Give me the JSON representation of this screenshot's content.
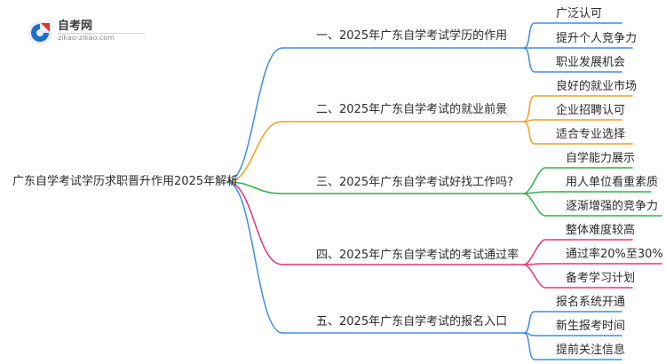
{
  "logo": {
    "name": "自考网",
    "site": "zikao-zikao.com"
  },
  "root": "广东自学考试学历求职晋升作用2025年解析",
  "colors": {
    "blue": "#3b8ee6",
    "orange": "#f0a21b",
    "green": "#2db34a",
    "pink": "#e8337a"
  },
  "branches": [
    {
      "label": "一、2025年广东自学考试学历的作用",
      "color": "blue",
      "leaves": [
        "广泛认可",
        "提升个人竞争力",
        "职业发展机会"
      ]
    },
    {
      "label": "二、2025年广东自学考试的就业前景",
      "color": "orange",
      "leaves": [
        "良好的就业市场",
        "企业招聘认可",
        "适合专业选择"
      ]
    },
    {
      "label": "三、2025年广东自学考试好找工作吗?",
      "color": "green",
      "leaves": [
        "自学能力展示",
        "用人单位看重素质",
        "逐渐增强的竞争力"
      ]
    },
    {
      "label": "四、2025年广东自学考试的考试通过率",
      "color": "pink",
      "leaves": [
        "整体难度较高",
        "通过率20%至30%",
        "备考学习计划"
      ]
    },
    {
      "label": "五、2025年广东自学考试的报名入口",
      "color": "blue",
      "leaves": [
        "报名系统开通",
        "新生报考时间",
        "提前关注信息"
      ]
    }
  ]
}
